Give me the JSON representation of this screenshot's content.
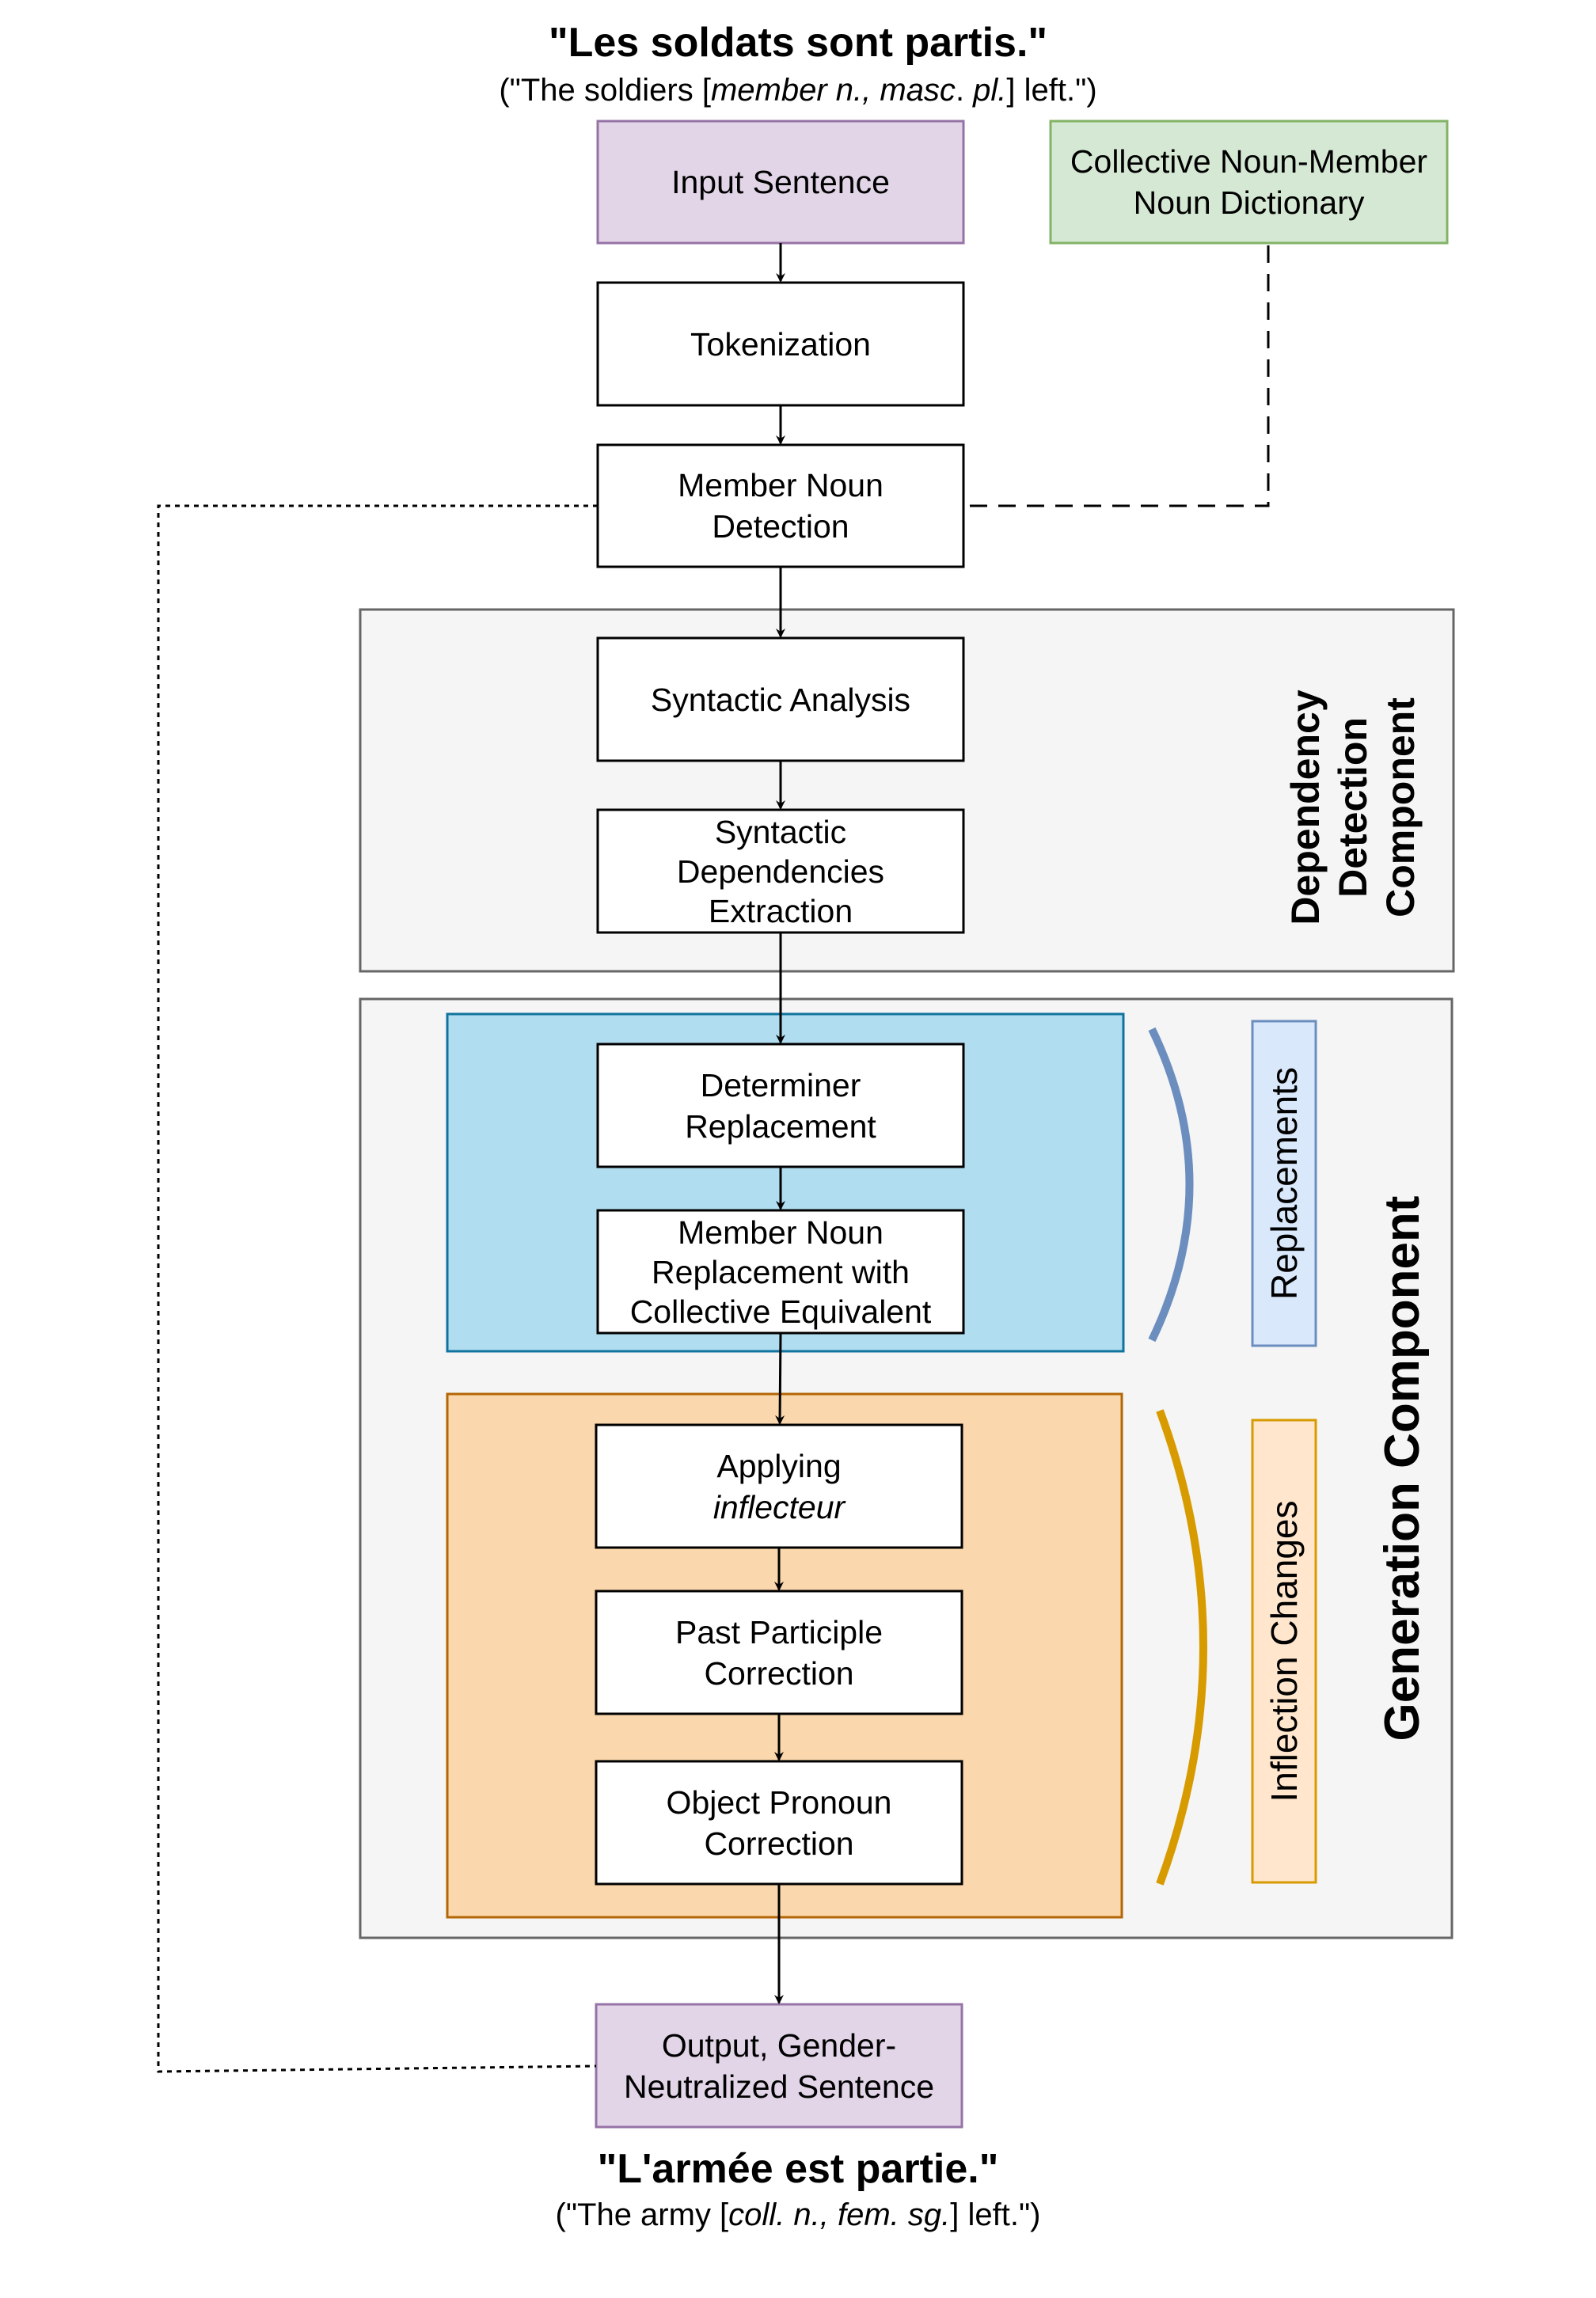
{
  "input_example": {
    "sentence": "\"Les soldats sont partis.\"",
    "gloss_prefix": "(\"The soldiers [",
    "gloss_tag_1": "member n., masc",
    "gloss_mid": ". ",
    "gloss_tag_2": "pl.",
    "gloss_suffix": "] left.\")"
  },
  "output_example": {
    "sentence": "\"L'armée est partie.\"",
    "gloss_prefix": "(\"The army [",
    "gloss_tag_1": "coll. n., fem. sg.",
    "gloss_suffix": "] left.\")"
  },
  "nodes": {
    "input_sentence": "Input Sentence",
    "dictionary": [
      "Collective Noun-Member",
      "Noun Dictionary"
    ],
    "tokenization": "Tokenization",
    "member_noun_detection": [
      "Member Noun",
      "Detection"
    ],
    "syntactic_analysis": "Syntactic Analysis",
    "syntactic_dependencies": [
      "Syntactic",
      "Dependencies",
      "Extraction"
    ],
    "determiner_replacement": [
      "Determiner",
      "Replacement"
    ],
    "member_noun_replacement": [
      "Member Noun",
      "Replacement with",
      "Collective Equivalent"
    ],
    "applying_inflecteur": [
      "Applying",
      "inflecteur"
    ],
    "past_participle": [
      "Past Participle",
      "Correction"
    ],
    "object_pronoun": [
      "Object Pronoun",
      "Correction"
    ],
    "output_sentence": [
      "Output, Gender-",
      "Neutralized Sentence"
    ]
  },
  "groups": {
    "dependency_detection": [
      "Dependency",
      "Detection",
      "Component"
    ],
    "generation": "Generation Component",
    "replacements": "Replacements",
    "inflection_changes": "Inflection Changes"
  },
  "colors": {
    "input_output_fill": "#e1d5e7",
    "input_output_stroke": "#9673a6",
    "dictionary_fill": "#d5e8d4",
    "dictionary_stroke": "#82b366",
    "component_fill": "#f5f5f5",
    "component_stroke": "#666666",
    "replacement_fill": "#b1ddf0",
    "replacement_stroke": "#10739e",
    "inflection_fill": "#fad7ac",
    "inflection_stroke": "#b46504",
    "replacements_tag_fill": "#dae8fc",
    "replacements_tag_stroke": "#6c8ebf",
    "inflection_tag_fill": "#ffe6cc",
    "inflection_tag_stroke": "#d79b00",
    "brace_blue": "#6c8ebf",
    "brace_orange": "#d79b00"
  }
}
